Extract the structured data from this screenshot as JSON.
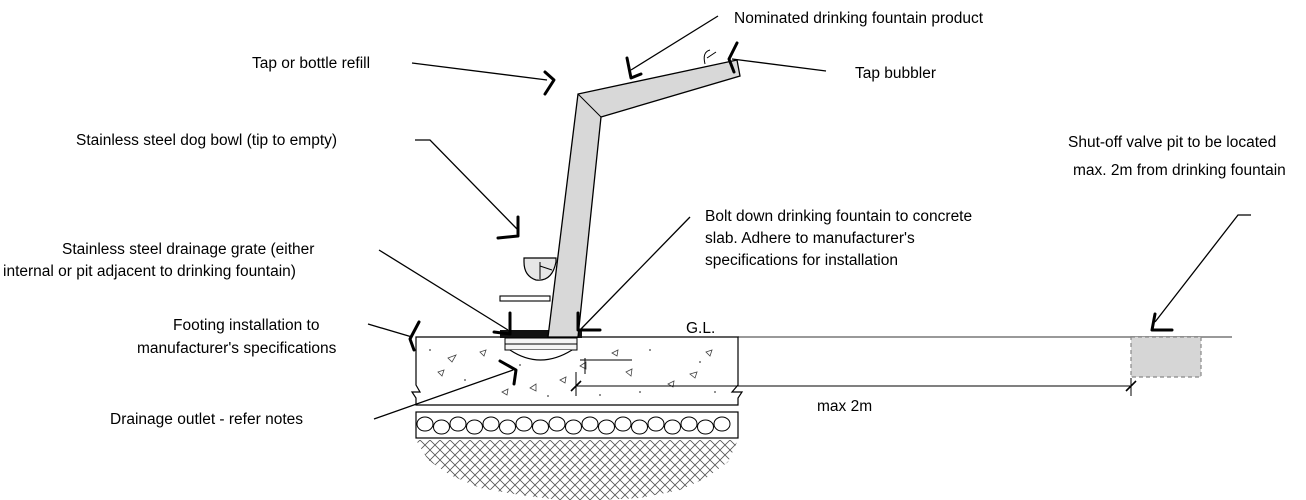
{
  "labels": {
    "nominated_product": "Nominated drinking fountain product",
    "tap_refill": "Tap or bottle refill",
    "tap_bubbler": "Tap bubbler",
    "dog_bowl": "Stainless steel dog bowl (tip to empty)",
    "valve_pit_1": "Shut-off valve pit to be located",
    "valve_pit_2": "max. 2m from drinking fountain",
    "bolt_down_1": "Bolt down drinking fountain to concrete",
    "bolt_down_2": "slab. Adhere to manufacturer's",
    "bolt_down_3": "specifications for installation",
    "grate_1": "Stainless steel drainage grate (either",
    "grate_2": "internal or pit adjacent to drinking fountain)",
    "footing_1": "Footing installation to",
    "footing_2": "manufacturer's specifications",
    "drain_outlet": "Drainage outlet - refer notes",
    "ground_level": "G.L.",
    "dimension": "max 2m"
  },
  "colors": {
    "fountain_fill": "#d8d8d8",
    "pit_fill": "#d6d6d6",
    "ground_line": "#999999",
    "ink": "#000000"
  }
}
